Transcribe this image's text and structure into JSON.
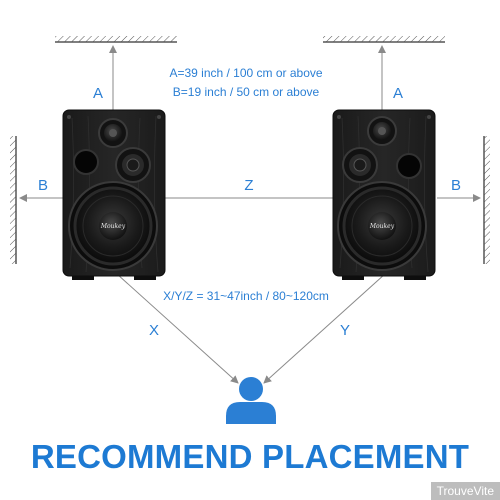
{
  "colors": {
    "accent": "#2b7fd4",
    "line": "#8a8a8a",
    "speaker_body": "#1f1f1f"
  },
  "labels": {
    "a_left": "A",
    "a_right": "A",
    "b_left": "B",
    "b_right": "B",
    "z": "Z",
    "x": "X",
    "y": "Y"
  },
  "specs": {
    "a_spec": "A=39 inch / 100 cm or above",
    "b_spec": "B=19 inch / 50 cm or above",
    "xyz_spec": "X/Y/Z = 31~47inch / 80~120cm"
  },
  "speaker_logo": "Moukey",
  "title": "RECOMMEND PLACEMENT",
  "watermark": "TrouveVite",
  "icons": {
    "listener": "person-icon"
  }
}
